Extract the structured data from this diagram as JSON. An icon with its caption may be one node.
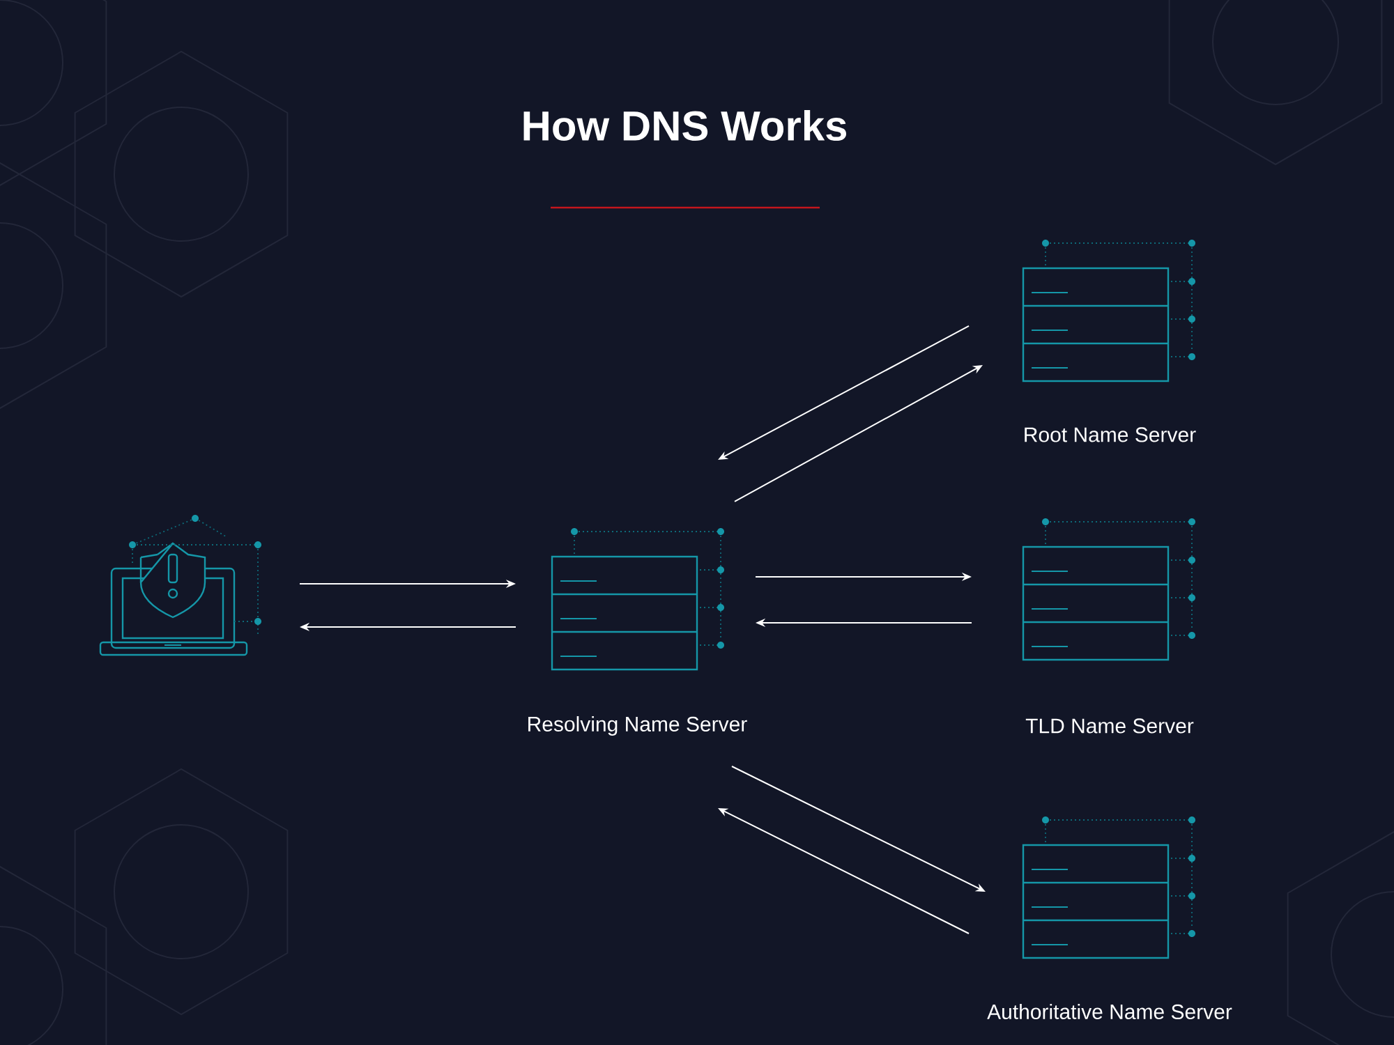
{
  "diagram": {
    "title": "How DNS Works",
    "nodes": [
      {
        "text": [],
        "shape": "laptop"
      },
      {
        "text": [
          "Resolving Name Server"
        ]
      },
      {
        "text": [
          "Root Name Server"
        ]
      },
      {
        "text": [
          "TLD Name Server"
        ]
      },
      {
        "text": [
          "Authoritative Name Server"
        ]
      }
    ],
    "edges": [
      {
        "from": 0,
        "to": 1,
        "arrow": "to"
      },
      {
        "from": 1,
        "to": 0,
        "arrow": "to"
      },
      {
        "from": 1,
        "to": 2,
        "arrow": "to"
      },
      {
        "from": 2,
        "to": 1,
        "arrow": "to"
      },
      {
        "from": 1,
        "to": 3,
        "arrow": "to"
      },
      {
        "from": 3,
        "to": 1,
        "arrow": "to"
      },
      {
        "from": 1,
        "to": 4,
        "arrow": "to"
      },
      {
        "from": 4,
        "to": 1,
        "arrow": "to"
      }
    ]
  }
}
